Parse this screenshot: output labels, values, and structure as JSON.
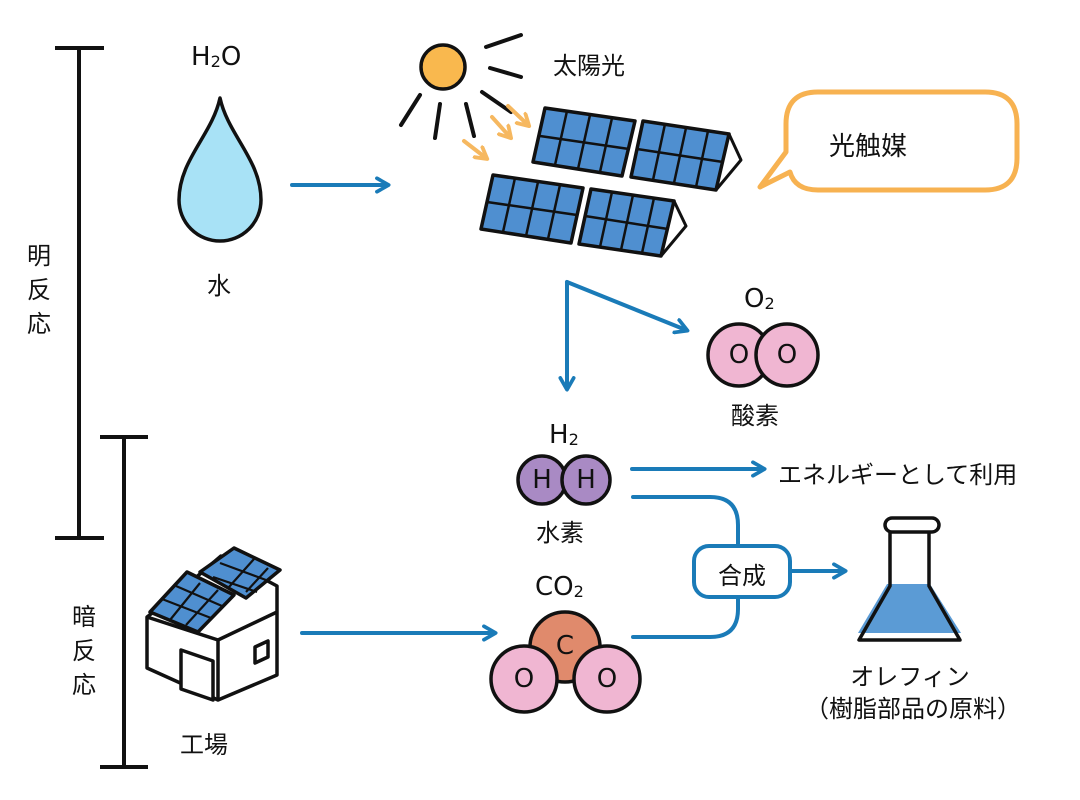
{
  "phases": {
    "light": {
      "label": [
        "明",
        "反",
        "応"
      ]
    },
    "dark": {
      "label": [
        "暗",
        "反",
        "応"
      ]
    }
  },
  "water": {
    "formula_main": "H",
    "formula_sub": "2",
    "formula_end": "O",
    "name": "水"
  },
  "sunlight": {
    "label": "太陽光"
  },
  "photocatalyst": {
    "label": "光触媒"
  },
  "oxygen": {
    "formula_main": "O",
    "formula_sub": "2",
    "atoms": [
      "O",
      "O"
    ],
    "name": "酸素"
  },
  "hydrogen": {
    "formula_main": "H",
    "formula_sub": "2",
    "atoms": [
      "H",
      "H"
    ],
    "name": "水素"
  },
  "energy_use": {
    "label": "エネルギーとして利用"
  },
  "synthesis": {
    "label": "合成"
  },
  "co2": {
    "formula_main": "CO",
    "formula_sub": "2",
    "atoms": [
      "C",
      "O",
      "O"
    ]
  },
  "factory": {
    "name": "工場"
  },
  "olefin": {
    "name": "オレフィン",
    "note": "（樹脂部品の原料）"
  },
  "colors": {
    "arrow": "#1a7bb8",
    "sun": "#f9b84e",
    "sun_rays": "#f6b860",
    "water_drop": "#a8e2f6",
    "panel": "#4f8fd0",
    "oxygen_atom": "#f0b6d2",
    "hydrogen_atom": "#a98ac4",
    "carbon_atom": "#e08a6c",
    "flask_liquid": "#5b9bd5",
    "bubble_border": "#f7b251"
  }
}
